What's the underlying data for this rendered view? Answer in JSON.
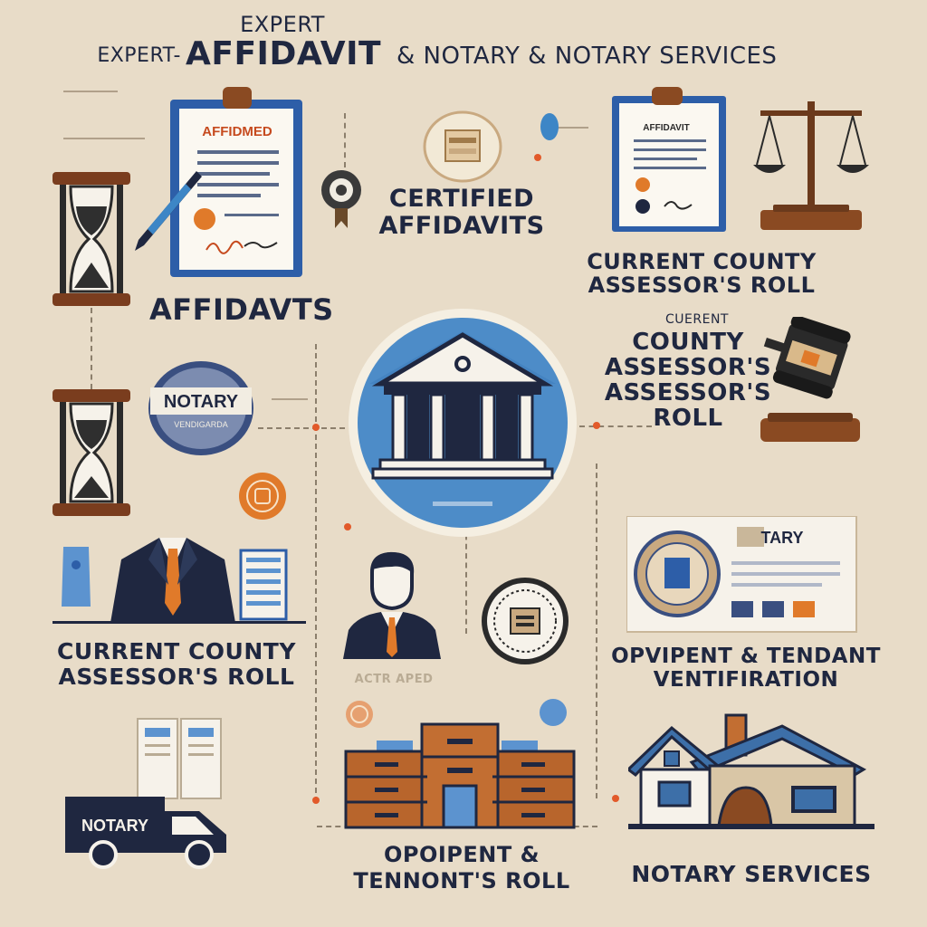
{
  "title": {
    "small": "EXPERT",
    "prefix": "EXPERT-",
    "main": "AFFIDAVIT",
    "rest": "& NOTARY & NOTARY SERVICES"
  },
  "labels": {
    "affidavits": "AFFIDAVTS",
    "certified": "CERTIFIED\nAFFIDAVITS",
    "assessor_top_right": "CURRENT COUNTY\nASSESSOR'S ROLL",
    "assessor_center_small": "CUERENT",
    "assessor_center": "COUNTY\nASSESSOR'S\nASSESSOR'S\nROLL",
    "assessor_bottom_left": "CURRENT COUNTY\nASSESSOR'S ROLL",
    "occupant_right": "OPVIPENT & TENDANT\nVENTIFIRATION",
    "occupant_bottom": "OPOIPENT &\nTENNONT'S ROLL",
    "notary_services": "NOTARY SERVICES"
  },
  "icon_text": {
    "doc_header": "AFFIDMED",
    "doc2_header": "AFFIDAVIT",
    "notary_badge": "NOTARY",
    "notary_badge_sub": "VENDIGARDA",
    "truck": "NOTARY",
    "card_header": "TARY",
    "person_caption": "ACTR APED"
  },
  "colors": {
    "background": "#e8dcc8",
    "navy": "#1f2740",
    "blue": "#3d86c6",
    "accent": "#e25a2a",
    "wood": "#8a4a22"
  }
}
